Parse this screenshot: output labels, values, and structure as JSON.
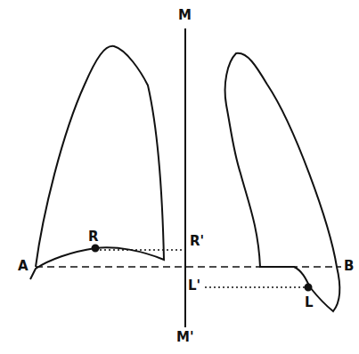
{
  "diagram": {
    "labels": [
      "M",
      "R",
      "R'",
      "A",
      "B",
      "L'",
      "L",
      "M'"
    ]
  }
}
